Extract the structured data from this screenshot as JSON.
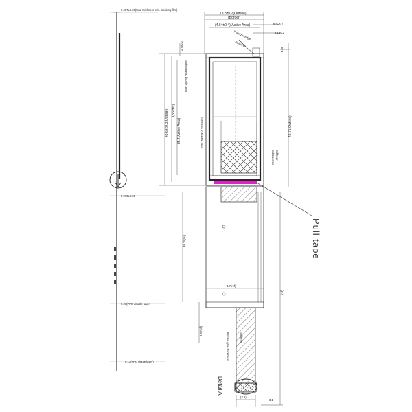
{
  "left_view": {
    "thickness_note": "0.607±0.06(total thickness w/o masking film)",
    "fpc_thickness": "0.276±0.03",
    "fpc_double": "0.23(FPC double layer)",
    "fpc_single": "0.13(FPC single layer)"
  },
  "top_dims": {
    "outline_width": "18.3±0.2(Outline)",
    "border": "(Border)",
    "active_area": "(4.64±0.4)(Active Area)",
    "polarizer": "Polarizer edge",
    "small_a": "5.9±0.2",
    "small_b": "5.1±0.2",
    "small_c": "4.88"
  },
  "left_dims": {
    "top_gap": "2.7±0.2",
    "outline_height": "48.64±0.3(Outline)",
    "border_height": "(Border)",
    "active_height": "35.4(Active Area)",
    "note_a": "Substrate to bubble area",
    "note_b": "Substrate to bubble area",
    "fpc_length": "38.75(ref)",
    "fpc_pitch": "0.8(Ref)"
  },
  "right_dims": {
    "right_outline": "42.75(Outline)",
    "total_length": "(ref)",
    "label_a": "Polarizer",
    "label_b": "Bubble area",
    "label_c": "Stiffener"
  },
  "fpc": {
    "tail_width": "3.7(ref)",
    "stiffener_note": "Stiffener",
    "printed_note": "Printed glue thickness",
    "bottom_width": "(3.2)",
    "bottom_gap": "3.1"
  },
  "callouts": {
    "pull_tape": "Pull tape",
    "detail": "Detail A"
  },
  "colors": {
    "line": "#3a3a3a",
    "frame": "#222222",
    "pull_tape": "#e020c8",
    "hatch": "#555555"
  }
}
